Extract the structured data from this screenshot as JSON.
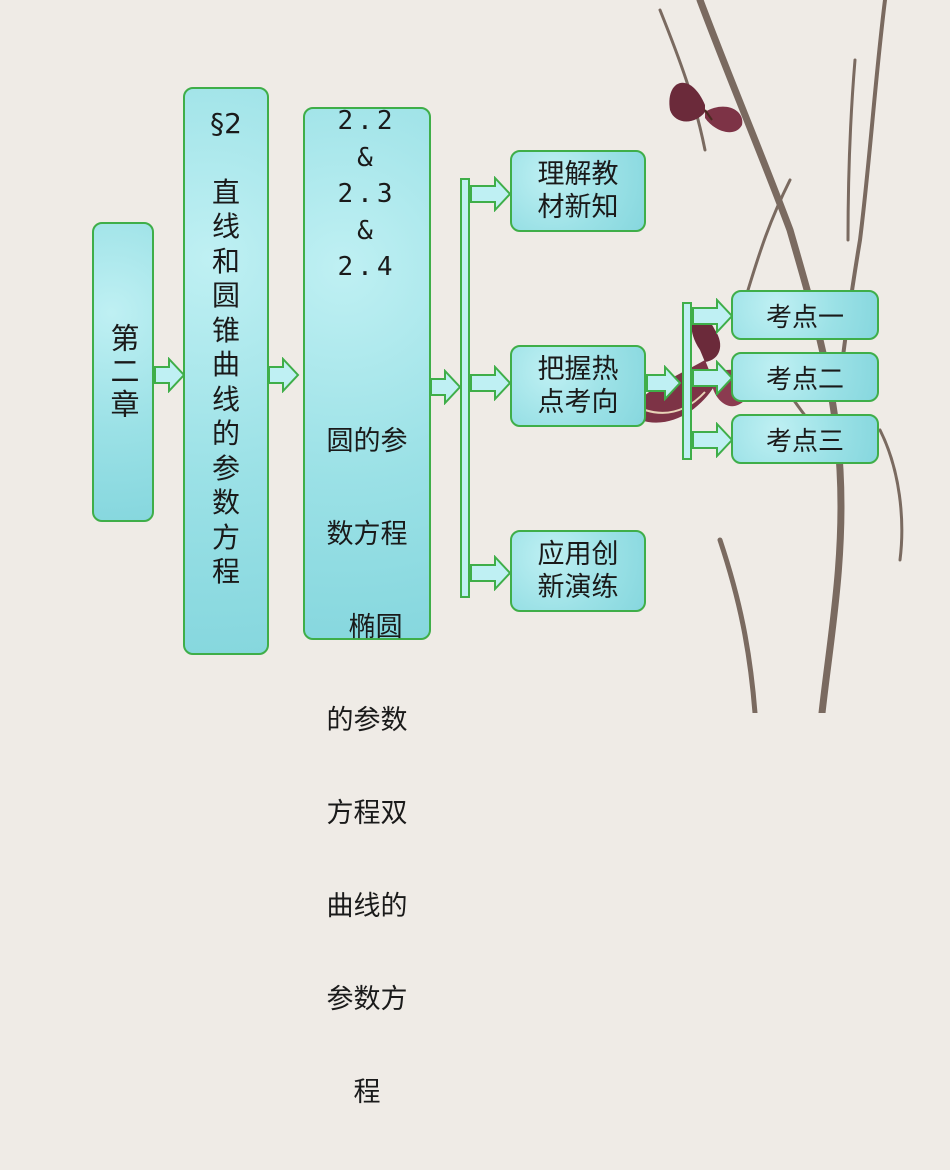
{
  "chapter": "第二章",
  "section": {
    "number": "§2",
    "title_chars": [
      "直",
      "线",
      "和",
      "圆",
      "锥",
      "曲",
      "线",
      "的",
      "参",
      "数",
      "方",
      "程"
    ]
  },
  "subsection": {
    "numbers": [
      "2.2",
      "&",
      "2.3",
      "&",
      "2.4"
    ],
    "title_lines": [
      "圆的参",
      "数方程",
      "  椭圆",
      "的参数",
      "方程双",
      "曲线的",
      "参数方",
      "程"
    ]
  },
  "branches": {
    "b1": [
      "理解教",
      "材新知"
    ],
    "b2": [
      "把握热",
      "点考向"
    ],
    "b3": [
      "应用创",
      "新演练"
    ]
  },
  "points": [
    "考点一",
    "考点二",
    "考点三"
  ],
  "colors": {
    "box_fill": "#9be1e6",
    "box_border": "#3fae49",
    "arrow_fill": "#bff0f3"
  }
}
